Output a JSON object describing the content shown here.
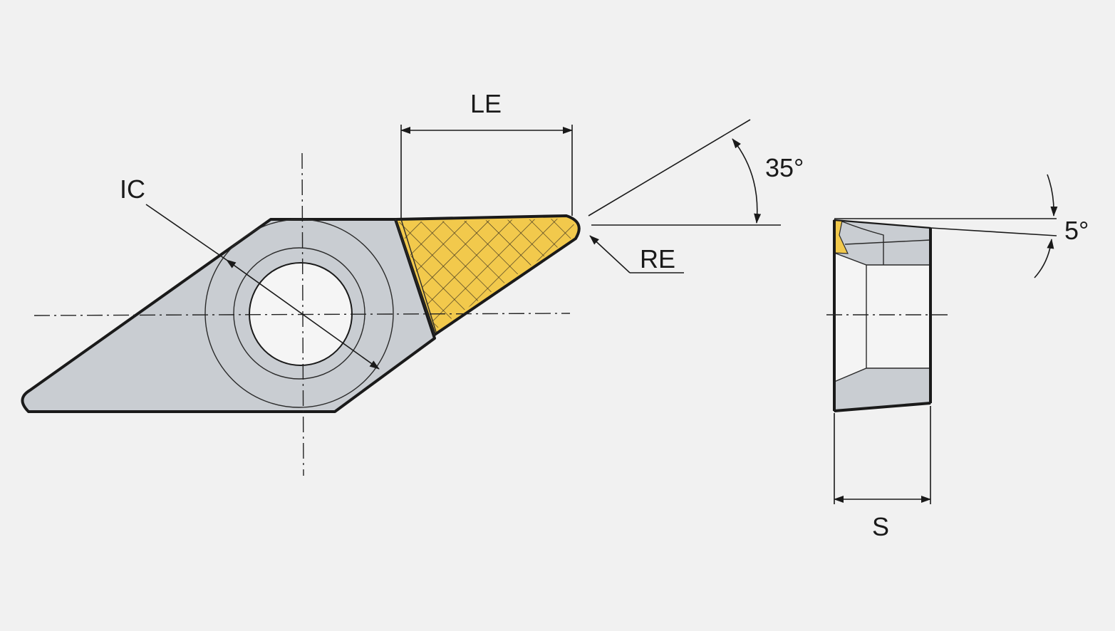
{
  "labels": {
    "ic": "IC",
    "le": "LE",
    "angle_35": "35°",
    "re": "RE",
    "angle_5": "5°",
    "s": "S"
  },
  "colors": {
    "background": "#f1f1f1",
    "insert_body": "#c9cdd2",
    "cutting_tip": "#f2c94c",
    "outline": "#1a1a1a"
  }
}
